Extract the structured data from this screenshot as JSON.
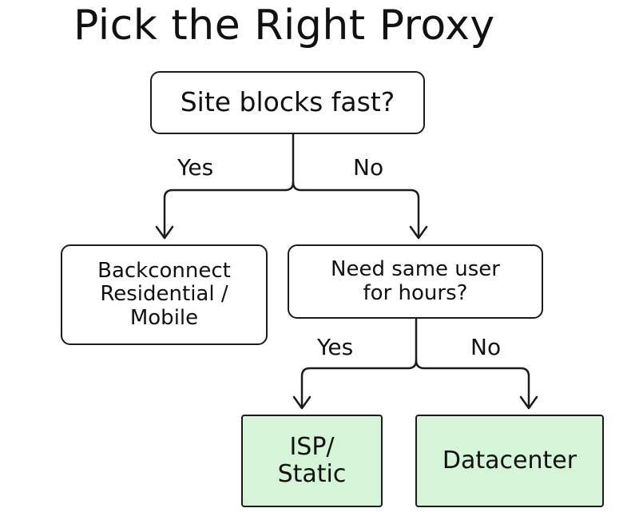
{
  "title": "Pick the Right Proxy",
  "nodes": {
    "root": "Site blocks fast?",
    "backconnect": "Backconnect\nResidential /\nMobile",
    "need_same_user": "Need same user\nfor hours?",
    "isp_static": "ISP/\nStatic",
    "datacenter": "Datacenter"
  },
  "edges": {
    "root_yes": "Yes",
    "root_no": "No",
    "hours_yes": "Yes",
    "hours_no": "No"
  },
  "colors": {
    "result_fill": "#d6f5d8",
    "stroke": "#1b1b1b"
  }
}
